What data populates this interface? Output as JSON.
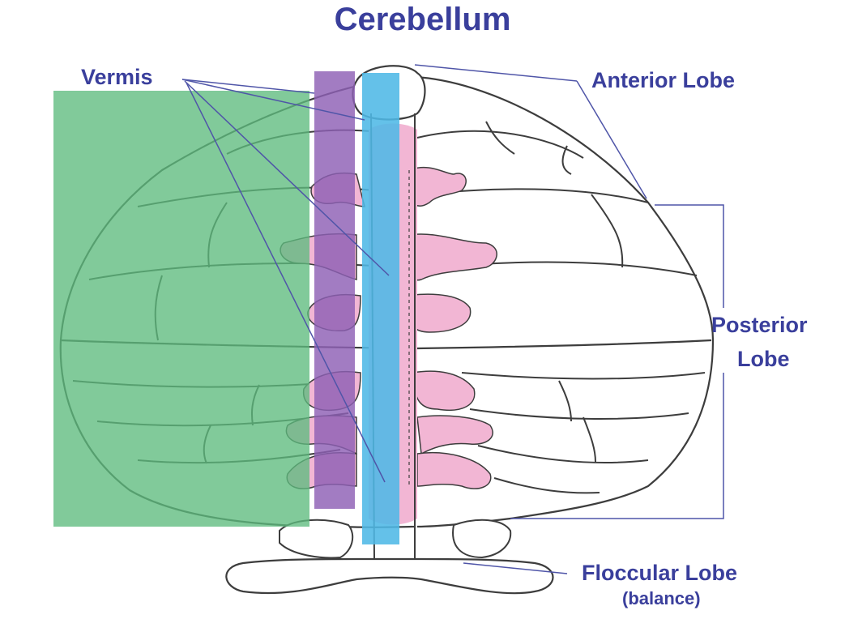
{
  "diagram": {
    "title": "Cerebellum",
    "labels": {
      "vermis": "Vermis",
      "anterior_lobe": "Anterior Lobe",
      "posterior_lobe_line1": "Posterior",
      "posterior_lobe_line2": "Lobe",
      "floccular_lobe": "Floccular Lobe",
      "floccular_note": "(balance)"
    }
  },
  "colors": {
    "label_text": "#3a3f9c",
    "outline": "#3d3d3d",
    "hemisphere_overlay": "#5dbb7d",
    "vermis_overlay": "#8e5fb5",
    "midline_overlay": "#4fb8e6",
    "vermis_fill": "#f2b6d4",
    "leader_line": "#4f55a8"
  }
}
